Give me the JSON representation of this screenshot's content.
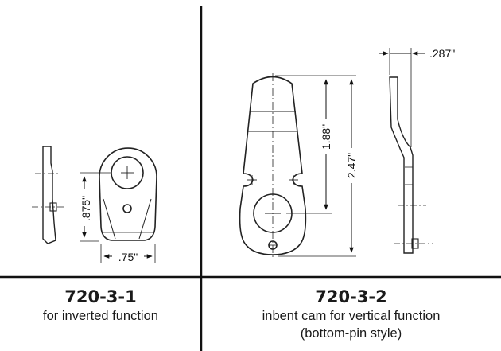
{
  "parts": [
    {
      "part_number": "720-3-1",
      "description_lines": [
        "for inverted function"
      ],
      "dimensions": {
        "width": ".75\"",
        "hole_spacing": ".875\""
      }
    },
    {
      "part_number": "720-3-2",
      "description_lines": [
        "inbent cam for vertical function",
        "(bottom-pin style)"
      ],
      "dimensions": {
        "offset": ".287\"",
        "hole_spacing": "1.88\"",
        "overall_length": "2.47\""
      }
    }
  ]
}
